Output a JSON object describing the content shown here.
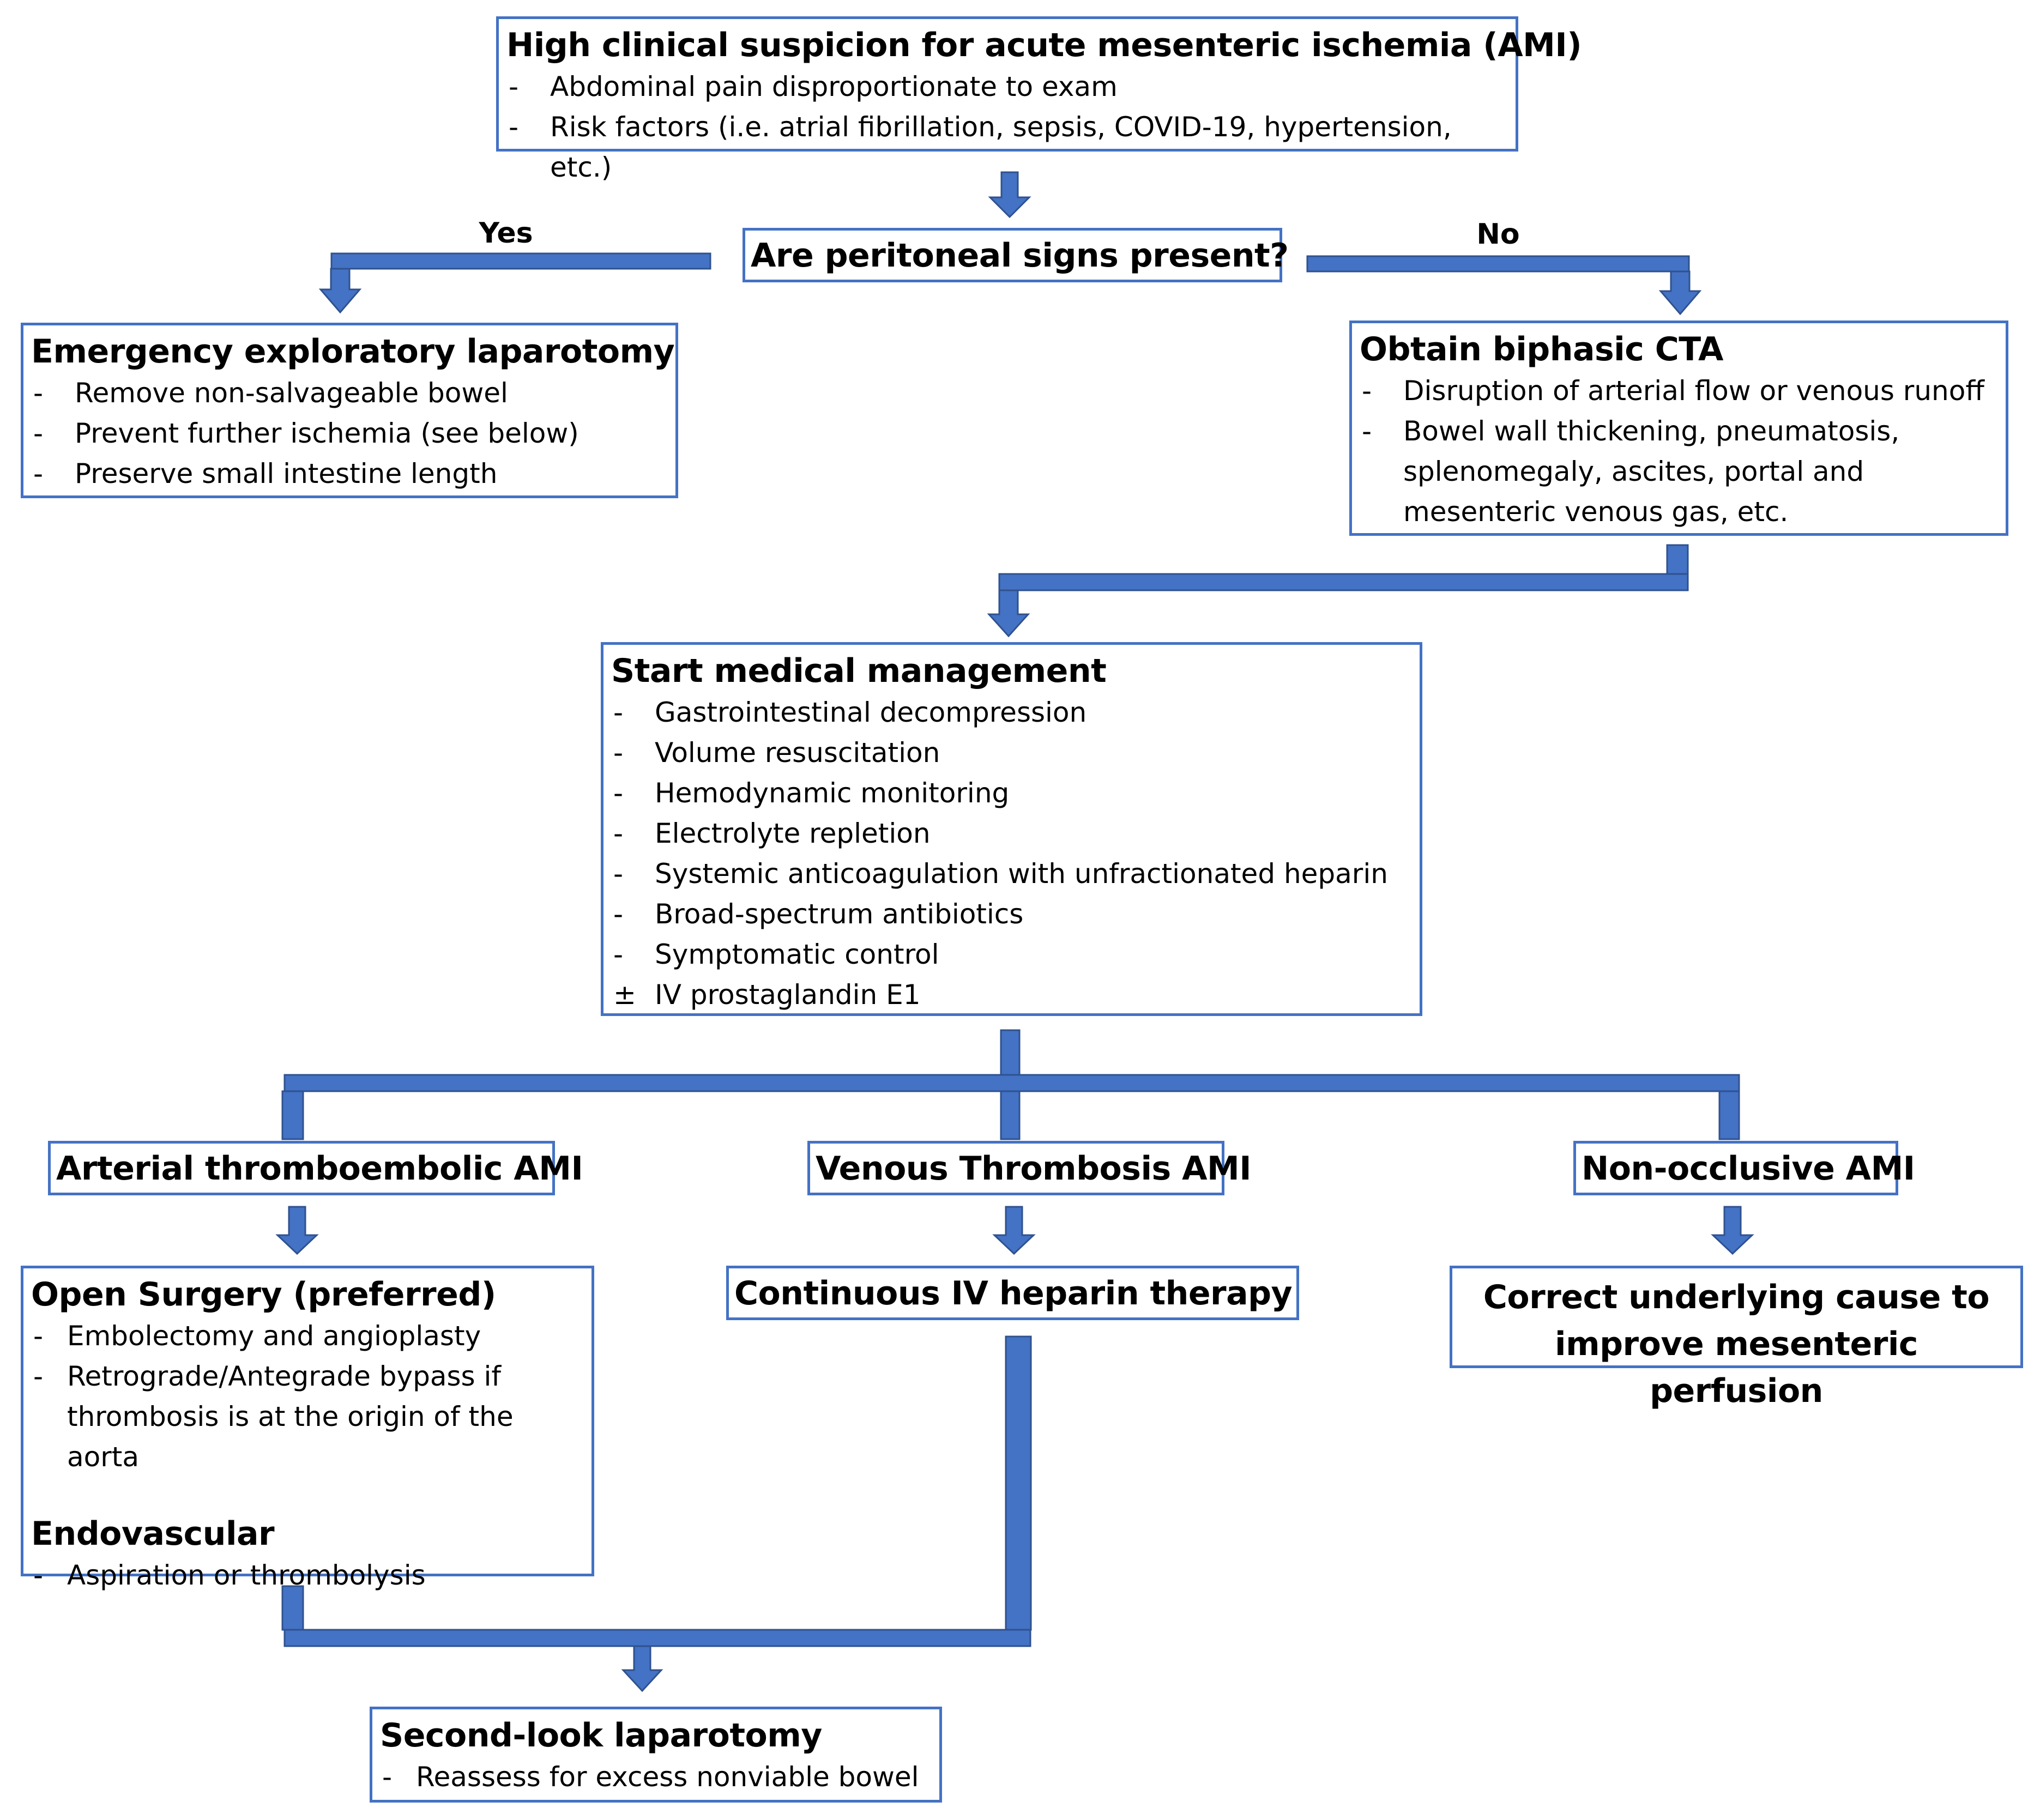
{
  "colors": {
    "accent": "#4472c4",
    "connector_fill": "#4472c4",
    "connector_edge": "#2f528f"
  },
  "nodes": {
    "suspicion": {
      "title": "High clinical suspicion for acute mesenteric ischemia (AMI)",
      "items": [
        {
          "marker": "-",
          "text": "Abdominal pain disproportionate to exam"
        },
        {
          "marker": "-",
          "text": "Risk factors (i.e. atrial fibrillation, sepsis, COVID-19, hypertension, etc.)"
        }
      ]
    },
    "peritoneal": {
      "title": "Are peritoneal signs present?"
    },
    "laparotomy": {
      "title": "Emergency exploratory laparotomy",
      "items": [
        {
          "marker": "-",
          "text": "Remove non-salvageable bowel"
        },
        {
          "marker": "-",
          "text": "Prevent further ischemia (see below)"
        },
        {
          "marker": "-",
          "text": "Preserve small intestine length"
        }
      ]
    },
    "cta": {
      "title": "Obtain biphasic CTA",
      "items": [
        {
          "marker": "-",
          "text": "Disruption of arterial flow or venous runoff"
        },
        {
          "marker": "-",
          "text": "Bowel wall thickening, pneumatosis, splenomegaly, ascites, portal and mesenteric venous gas, etc."
        }
      ]
    },
    "medical": {
      "title": "Start medical management",
      "items": [
        {
          "marker": "-",
          "text": "Gastrointestinal decompression"
        },
        {
          "marker": "-",
          "text": "Volume resuscitation"
        },
        {
          "marker": "-",
          "text": "Hemodynamic monitoring"
        },
        {
          "marker": "-",
          "text": "Electrolyte repletion"
        },
        {
          "marker": "-",
          "text": "Systemic anticoagulation with unfractionated heparin"
        },
        {
          "marker": "-",
          "text": "Broad-spectrum antibiotics"
        },
        {
          "marker": "-",
          "text": "Symptomatic control"
        },
        {
          "marker": "±",
          "text": "IV prostaglandin E1"
        }
      ]
    },
    "arterial": {
      "title": "Arterial thromboembolic AMI"
    },
    "venous": {
      "title": "Venous Thrombosis AMI"
    },
    "nonocclusive": {
      "title": "Non-occlusive AMI"
    },
    "open_surgery": {
      "title": "Open Surgery (preferred)",
      "items": [
        {
          "marker": "-",
          "text": "Embolectomy and angioplasty"
        },
        {
          "marker": "-",
          "text": "Retrograde/Antegrade bypass if thrombosis is at the origin of the aorta"
        }
      ],
      "title2": "Endovascular",
      "items2": [
        {
          "marker": "-",
          "text": "Aspiration or thrombolysis"
        }
      ]
    },
    "heparin": {
      "title": "Continuous IV heparin therapy"
    },
    "correct_cause": {
      "title": "Correct underlying cause to improve mesenteric perfusion"
    },
    "second_look": {
      "title": "Second-look laparotomy",
      "items": [
        {
          "marker": "-",
          "text": "Reassess for excess nonviable bowel"
        }
      ]
    }
  },
  "branch_labels": {
    "yes": "Yes",
    "no": "No"
  }
}
